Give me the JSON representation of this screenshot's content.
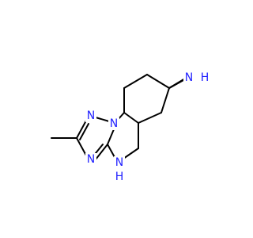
{
  "molecule": {
    "atoms": {
      "n_triazole_top": "N",
      "n_bridge": "N",
      "n_triazole_bottom": "N",
      "n_amine_ring": "N",
      "h_amine_ring": "H",
      "n_piperidine": "N",
      "h_piperidine": "H"
    },
    "colors": {
      "bond": "#000000",
      "nitrogen": "#1f1fff"
    }
  }
}
